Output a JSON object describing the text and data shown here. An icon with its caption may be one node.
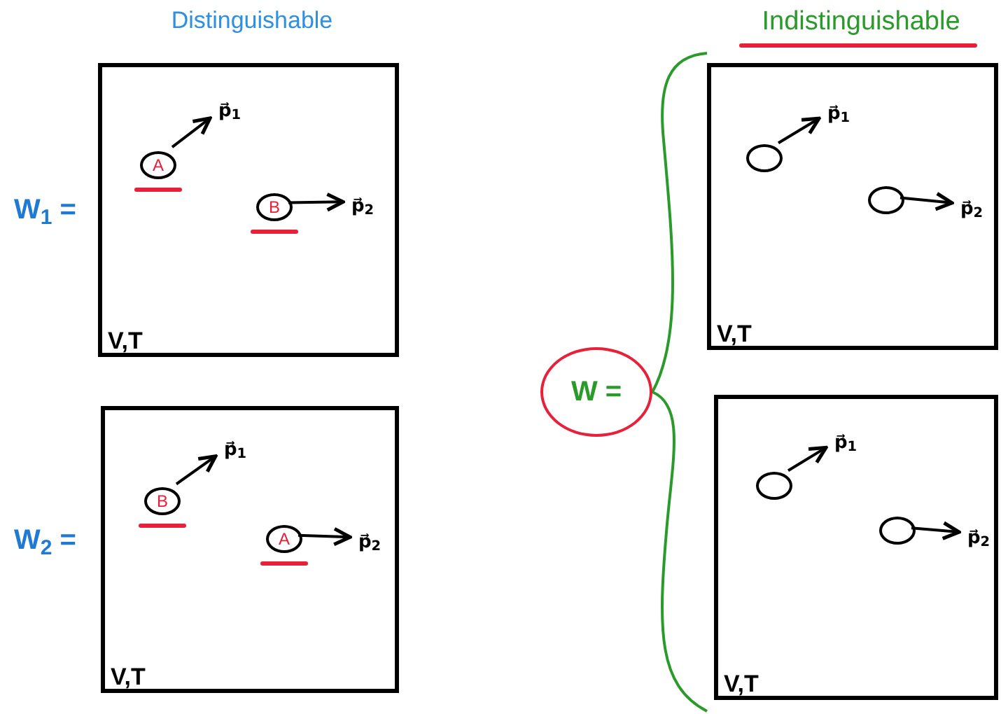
{
  "diagram": {
    "nodes": [
      {
        "text": [
          "V,T"
        ]
      },
      {
        "text": [
          "A"
        ],
        "in": 0
      },
      {
        "text": [
          "p⃗$_{1}$"
        ],
        "in": 0
      },
      {
        "text": [
          "B"
        ],
        "in": 0
      },
      {
        "text": [
          "p⃗$_{2}$"
        ],
        "in": 0
      },
      {
        "text": [
          "V,T"
        ]
      },
      {
        "text": [
          "B"
        ],
        "in": 5
      },
      {
        "text": [
          "p⃗$_{1}$"
        ],
        "in": 5
      },
      {
        "text": [
          "A"
        ],
        "in": 5
      },
      {
        "text": [
          "p⃗$_{2}$"
        ],
        "in": 5
      },
      {
        "text": [
          "V,T"
        ]
      },
      {
        "text": [],
        "shape": "circle",
        "in": 10
      },
      {
        "text": [
          "p⃗$_{1}$"
        ],
        "in": 10
      },
      {
        "text": [],
        "shape": "circle",
        "in": 10
      },
      {
        "text": [
          "p⃗$_{2}$"
        ],
        "in": 10
      },
      {
        "text": [
          "V,T"
        ]
      },
      {
        "text": [],
        "shape": "circle",
        "in": 15
      },
      {
        "text": [
          "p⃗$_{1}$"
        ],
        "in": 15
      },
      {
        "text": [],
        "shape": "circle",
        "in": 15
      },
      {
        "text": [
          "p⃗$_{2}$"
        ],
        "in": 15
      },
      {
        "text": [
          "W ="
        ]
      }
    ],
    "edges": [
      {
        "from": 1,
        "to": 2,
        "arrow": "to"
      },
      {
        "from": 3,
        "to": 4,
        "arrow": "to"
      },
      {
        "from": 6,
        "to": 7,
        "arrow": "to"
      },
      {
        "from": 8,
        "to": 9,
        "arrow": "to"
      },
      {
        "from": 11,
        "to": 12,
        "arrow": "to"
      },
      {
        "from": 13,
        "to": 14,
        "arrow": "to"
      },
      {
        "from": 16,
        "to": 17,
        "arrow": "to"
      },
      {
        "from": 18,
        "to": 19,
        "arrow": "to"
      }
    ],
    "labels": [
      "Distinguishable",
      "Indistinguishable",
      "W$_{1}$ =",
      "W$_{2}$ ="
    ]
  }
}
